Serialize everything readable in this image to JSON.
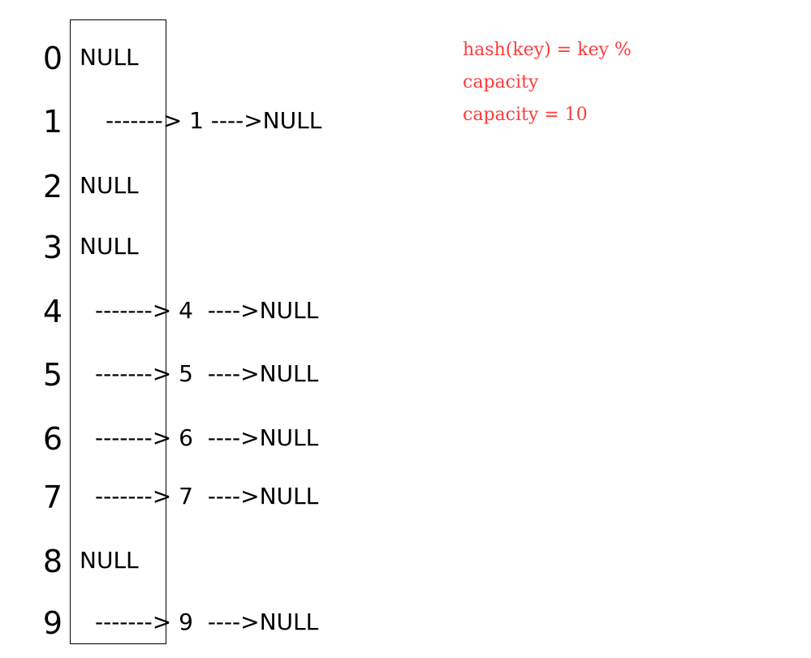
{
  "table": {
    "slots": [
      {
        "index": "0",
        "null_text": "NULL",
        "chain": null
      },
      {
        "index": "1",
        "null_text": null,
        "chain": "-------> 1 ---->NULL"
      },
      {
        "index": "2",
        "null_text": "NULL",
        "chain": null
      },
      {
        "index": "3",
        "null_text": "NULL",
        "chain": null
      },
      {
        "index": "4",
        "null_text": null,
        "chain": "-------> 4  ---->NULL"
      },
      {
        "index": "5",
        "null_text": null,
        "chain": "-------> 5  ---->NULL"
      },
      {
        "index": "6",
        "null_text": null,
        "chain": "-------> 6  ---->NULL"
      },
      {
        "index": "7",
        "null_text": null,
        "chain": "-------> 7  ---->NULL"
      },
      {
        "index": "8",
        "null_text": "NULL",
        "chain": null
      },
      {
        "index": "9",
        "null_text": null,
        "chain": "-------> 9  ---->NULL"
      }
    ]
  },
  "formula": {
    "line1": "hash(key) = key %",
    "line2": "capacity",
    "line3": "capacity = 10",
    "color": "#ff3b3b"
  }
}
